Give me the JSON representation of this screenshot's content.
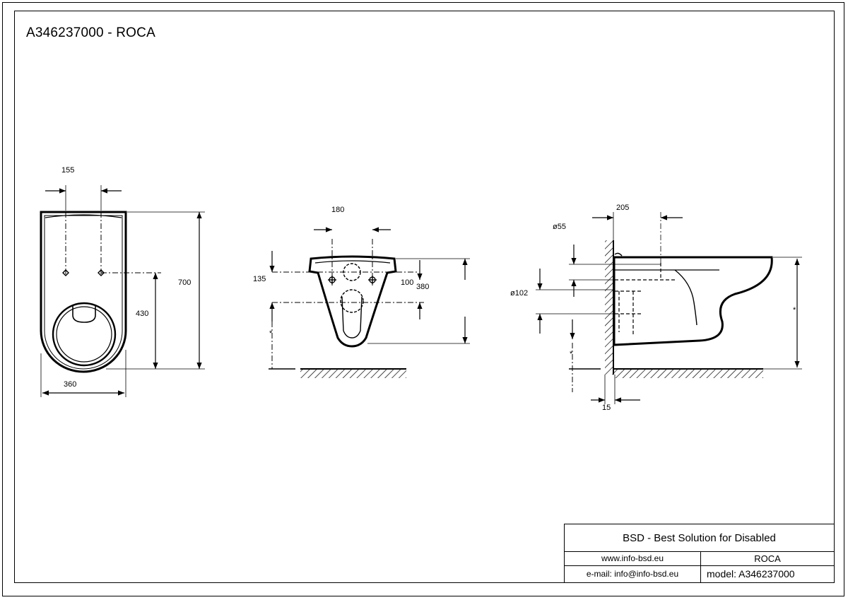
{
  "drawing": {
    "title": "A346237000 - ROCA"
  },
  "views": {
    "front": {
      "dims": {
        "fixing_spacing": "155",
        "height": "700",
        "fixing_height": "430",
        "width": "360"
      }
    },
    "back": {
      "dims": {
        "fixing_spacing": "180",
        "fixing_offset": "135",
        "bolt_offset": "100",
        "height": "380",
        "floor_gap": "*"
      }
    },
    "side": {
      "dims": {
        "depth": "205",
        "outlet_dia": "ø55",
        "inlet_dia": "ø102",
        "wall_offset": "15",
        "floor_gap": "*",
        "height": "*"
      }
    }
  },
  "title_block": {
    "company": "BSD - Best Solution for Disabled",
    "website": "www.info-bsd.eu",
    "brand": "ROCA",
    "email": "e-mail: info@info-bsd.eu",
    "model": "model: A346237000"
  },
  "colors": {
    "line": "#000000",
    "background": "#ffffff"
  }
}
